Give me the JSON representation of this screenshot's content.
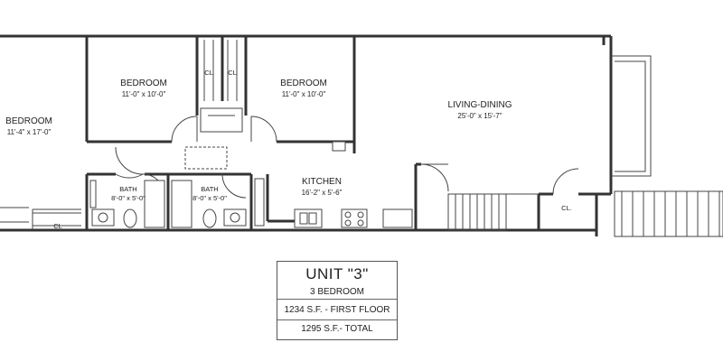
{
  "rooms": {
    "bedroom_left": {
      "name": "BEDROOM",
      "dims": "11'-4\" x 17'-0\""
    },
    "bedroom_center_left": {
      "name": "BEDROOM",
      "dims": "11'-0\" x 10'-0\""
    },
    "bedroom_center_right": {
      "name": "BEDROOM",
      "dims": "11'-0\" x 10'-0\""
    },
    "living_dining": {
      "name": "LIVING-DINING",
      "dims": "25'-0\" x 15'-7\""
    },
    "kitchen": {
      "name": "KITCHEN",
      "dims": "16'-2\" x 5'-6\""
    },
    "bath_left": {
      "name": "BATH",
      "dims": "8'-0\" x 5'-0\""
    },
    "bath_right": {
      "name": "BATH",
      "dims": "8'-0\" x 5'-0\""
    }
  },
  "closets": {
    "cl_a": "CL",
    "cl_b": "CL",
    "cl_c": "CL.",
    "cl_d": "CL"
  },
  "unit_info": {
    "title": "UNIT \"3\"",
    "bedrooms": "3 BEDROOM",
    "first_floor": "1234 S.F. - FIRST FLOOR",
    "total": "1295 S.F.- TOTAL"
  },
  "colors": {
    "line": "#333333",
    "background": "#ffffff"
  }
}
